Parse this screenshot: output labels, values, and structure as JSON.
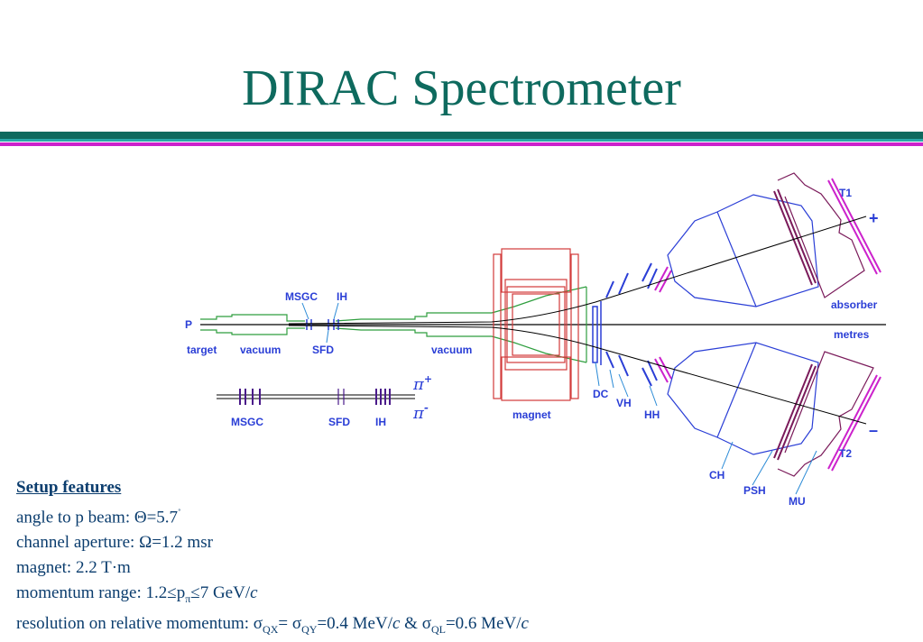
{
  "title": "DIRAC Spectrometer",
  "colors": {
    "title": "#0e6a5e",
    "text": "#0b3d6e",
    "magenta": "#cc22cc",
    "green": "#2e9e3e",
    "red": "#d23a3a",
    "blue": "#2a3ed6",
    "purple": "#7a1a5a"
  },
  "diagram": {
    "labels": {
      "p": "P",
      "target": "target",
      "vacuum1": "vacuum",
      "msgc": "MSGC",
      "ih": "IH",
      "sfd": "SFD",
      "vacuum2": "vacuum",
      "magnet": "magnet",
      "dc": "DC",
      "vh": "VH",
      "hh": "HH",
      "ch": "CH",
      "psh": "PSH",
      "mu": "MU",
      "t1": "T1",
      "t2": "T2",
      "absorber": "absorber",
      "metres": "metres",
      "plus": "+",
      "minus": "–",
      "inset_msgc": "MSGC",
      "inset_sfd": "SFD",
      "inset_ih": "IH",
      "pi": "π",
      "pi_plus": "+",
      "pi_minus": "-"
    }
  },
  "features": {
    "heading": "Setup features",
    "angle_prefix": "angle to p beam: Θ=5.7",
    "angle_deg": "˚",
    "aperture": "channel aperture: Ω=1.2 msr",
    "magnet": "magnet: 2.2 T·m",
    "momentum_prefix": "momentum range: 1.2≤p",
    "momentum_sub": "π",
    "momentum_mid": "≤7 GeV/",
    "momentum_c": "c",
    "res_prefix": "resolution on relative momentum: σ",
    "res_sub1": "QX",
    "res_mid1": "= σ",
    "res_sub2": "QY",
    "res_mid2": "=0.4 MeV/",
    "res_c1": "c",
    "res_mid3": " & σ",
    "res_sub3": "QL",
    "res_mid4": "=0.6 MeV/",
    "res_c2": "c"
  }
}
